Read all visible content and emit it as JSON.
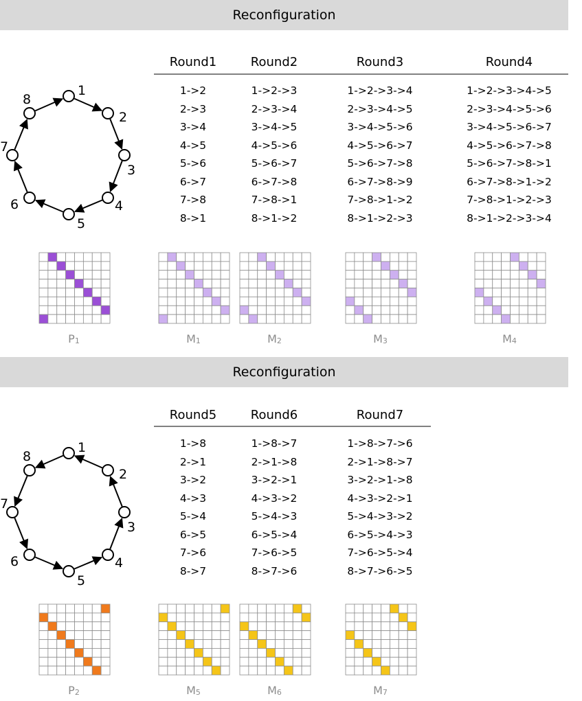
{
  "sections": [
    {
      "banner": "Reconfiguration",
      "ring_direction": "clockwise",
      "node_labels": [
        "1",
        "2",
        "3",
        "4",
        "5",
        "6",
        "7",
        "8"
      ],
      "rounds": [
        {
          "header": "Round1",
          "paths": [
            "1->2",
            "2->3",
            "3->4",
            "4->5",
            "5->6",
            "6->7",
            "7->8",
            "8->1"
          ]
        },
        {
          "header": "Round2",
          "paths": [
            "1->2->3",
            "2->3->4",
            "3->4->5",
            "4->5->6",
            "5->6->7",
            "6->7->8",
            "7->8->1",
            "8->1->2"
          ]
        },
        {
          "header": "Round3",
          "paths": [
            "1->2->3->4",
            "2->3->4->5",
            "3->4->5->6",
            "4->5->6->7",
            "5->6->7->8",
            "6->7->8->9",
            "7->8->1->2",
            "8->1->2->3"
          ]
        },
        {
          "header": "Round4",
          "paths": [
            "1->2->3->4->5",
            "2->3->4->5->6",
            "3->4->5->6->7",
            "4->5->6->7->8",
            "5->6->7->8->1",
            "6->7->8->1->2",
            "7->8->1->2->3",
            "8->1->2->3->4"
          ]
        }
      ],
      "matrices": [
        {
          "label": "P",
          "sub": "1",
          "color": "#9b4fd6",
          "shift": 1
        },
        {
          "label": "M",
          "sub": "1",
          "color": "#cdb0f0",
          "shift": 1
        },
        {
          "label": "M",
          "sub": "2",
          "color": "#cdb0f0",
          "shift": 2
        },
        {
          "label": "M",
          "sub": "3",
          "color": "#cdb0f0",
          "shift": 3
        },
        {
          "label": "M",
          "sub": "4",
          "color": "#cdb0f0",
          "shift": 4
        }
      ]
    },
    {
      "banner": "Reconfiguration",
      "ring_direction": "counterclockwise",
      "node_labels": [
        "1",
        "2",
        "3",
        "4",
        "5",
        "6",
        "7",
        "8"
      ],
      "rounds": [
        {
          "header": "Round5",
          "paths": [
            "1->8",
            "2->1",
            "3->2",
            "4->3",
            "5->4",
            "6->5",
            "7->6",
            "8->7"
          ]
        },
        {
          "header": "Round6",
          "paths": [
            "1->8->7",
            "2->1->8",
            "3->2->1",
            "4->3->2",
            "5->4->3",
            "6->5->4",
            "7->6->5",
            "8->7->6"
          ]
        },
        {
          "header": "Round7",
          "paths": [
            "1->8->7->6",
            "2->1->8->7",
            "3->2->1->8",
            "4->3->2->1",
            "5->4->3->2",
            "6->5->4->3",
            "7->6->5->4",
            "8->7->6->5"
          ]
        }
      ],
      "matrices": [
        {
          "label": "P",
          "sub": "2",
          "color": "#f07a1c",
          "shift": 7
        },
        {
          "label": "M",
          "sub": "5",
          "color": "#f5c518",
          "shift": 7
        },
        {
          "label": "M",
          "sub": "6",
          "color": "#f5c518",
          "shift": 6
        },
        {
          "label": "M",
          "sub": "7",
          "color": "#f5c518",
          "shift": 5
        }
      ]
    }
  ]
}
